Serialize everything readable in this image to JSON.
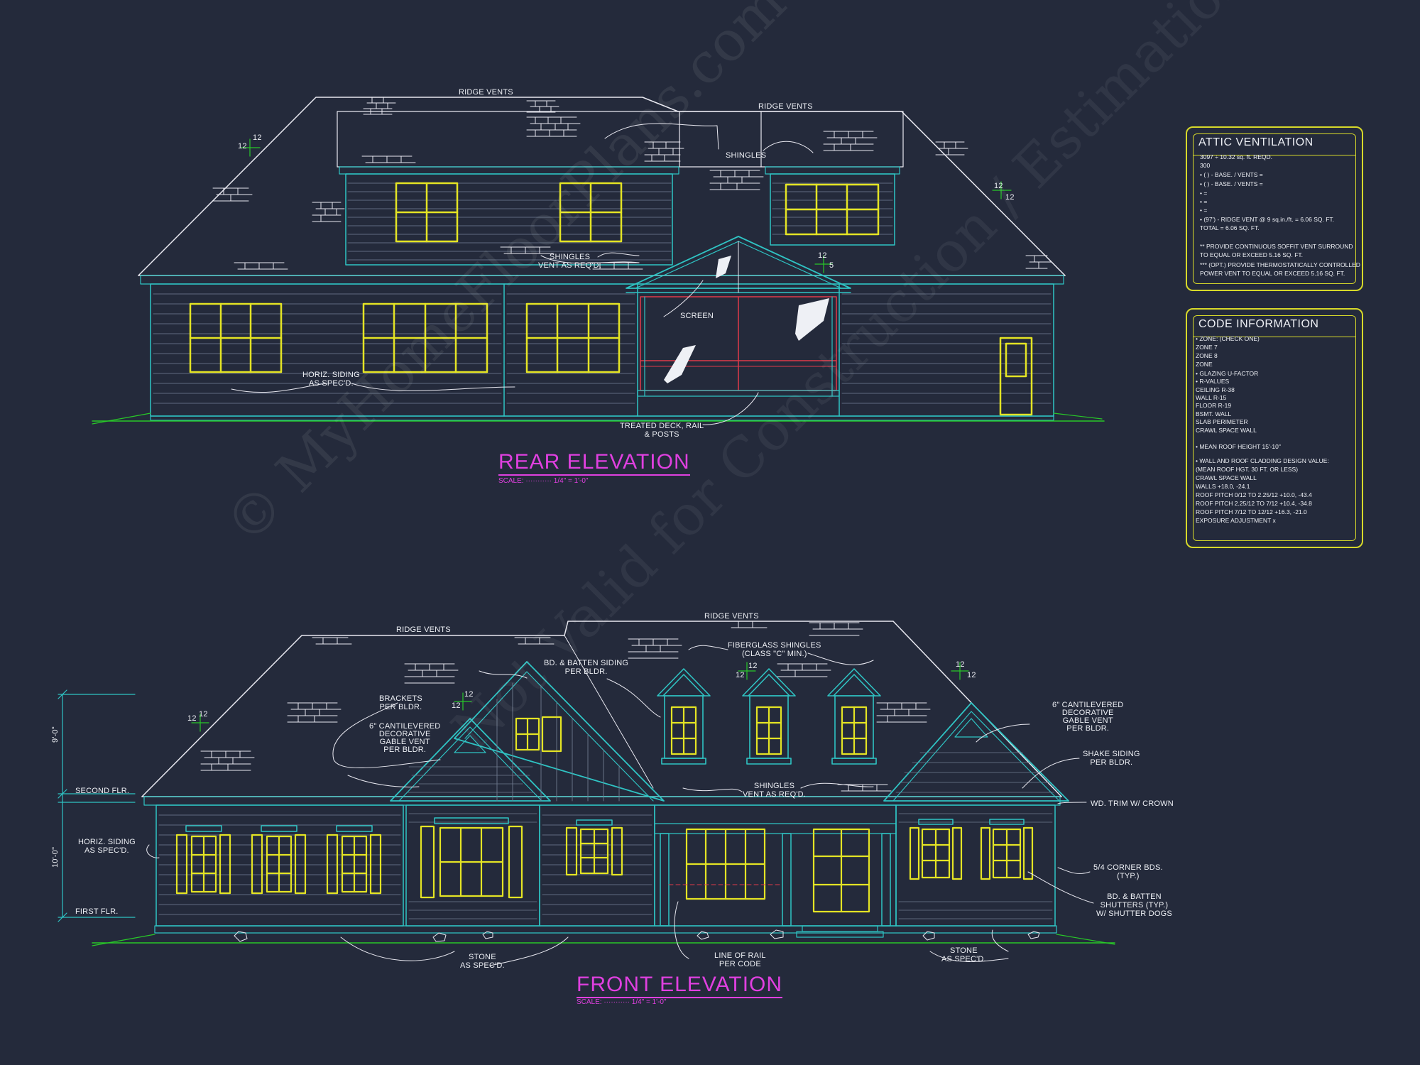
{
  "colors": {
    "background": "#242a3b",
    "linework": "#e8e8f0",
    "walls": "#2fc4c4",
    "windows": "#e4e424",
    "titles": "#e040e0",
    "ground": "#28c828",
    "boxes": "#d7d92a"
  },
  "rear": {
    "title": "REAR ELEVATION",
    "scale": "SCALE: ··········· 1/4\" = 1'-0\"",
    "labels": {
      "ridge_vents_1": "RIDGE VENTS",
      "ridge_vents_2": "RIDGE VENTS",
      "shingles_1": "SHINGLES",
      "shingles_2": "SHINGLES\nVENT AS REQ'D.",
      "screen": "SCREEN",
      "horiz_siding": "HORIZ. SIDING\nAS SPEC'D.",
      "deck": "TREATED DECK, RAIL\n& POSTS"
    },
    "pitch": [
      "12",
      "12",
      "12",
      "12",
      "12",
      "5"
    ]
  },
  "front": {
    "title": "FRONT ELEVATION",
    "scale": "SCALE: ··········· 1/4\" = 1'-0\"",
    "labels": {
      "ridge_vents_1": "RIDGE VENTS",
      "ridge_vents_2": "RIDGE VENTS",
      "fiberglass": "FIBERGLASS SHINGLES\n(CLASS \"C\" MIN.)",
      "bd_batten": "BD. & BATTEN SIDING\nPER BLDR.",
      "brackets": "BRACKETS\nPER BLDR.",
      "gable_vent_left": "6\" CANTILEVERED\nDECORATIVE\nGABLE VENT\nPER BLDR.",
      "gable_vent_right": "6\" CANTILEVERED\nDECORATIVE\nGABLE VENT\nPER BLDR.",
      "shake_siding": "SHAKE SIDING\nPER BLDR.",
      "shingles_vent": "SHINGLES\nVENT AS REQ'D.",
      "trim": "WD. TRIM W/ CROWN",
      "corner_bds": "5/4 CORNER BDS.\n(TYP.)",
      "shutters": "BD. & BATTEN\nSHUTTERS (TYP.)\nW/ SHUTTER DOGS",
      "second_flr": "SECOND FLR.",
      "first_flr": "FIRST FLR.",
      "horiz_siding": "HORIZ. SIDING\nAS SPEC'D.",
      "stone_left": "STONE\nAS SPEC'D.",
      "stone_right": "STONE\nAS SPEC'D.",
      "rail": "LINE OF RAIL\nPER CODE",
      "dim_upper": "9'-0\"",
      "dim_lower": "10'-0\""
    },
    "pitch": [
      "12",
      "12",
      "12",
      "12",
      "12",
      "12",
      "12",
      "12"
    ]
  },
  "attic": {
    "title": "ATTIC VENTILATION",
    "lines": [
      "3097 ÷ 10.32 sq. ft. REQD.",
      "300",
      "• (    ) -         BASE.    /    VENTS   =",
      "• (    ) -         BASE.    /    VENTS   =",
      "•                                            =",
      "•                                            =",
      "•                                            =",
      "• (97') - RIDGE VENT @ 9 sq.in./ft.   = 6.06 SQ. FT.",
      "                                  TOTAL      = 6.06 SQ. FT.",
      "",
      "** PROVIDE CONTINUOUS SOFFIT VENT SURROUND",
      "    TO EQUAL OR EXCEED  5.16 SQ. FT.",
      "*** (OPT.) PROVIDE THERMOSTATICALLY CONTROLLED",
      "     POWER VENT TO EQUAL OR EXCEED  5.16 SQ. FT."
    ]
  },
  "code": {
    "title": "CODE INFORMATION",
    "lines": [
      "• ZONE: (CHECK ONE)",
      "      ZONE 7",
      "      ZONE 8",
      "      ZONE",
      "• GLAZING U-FACTOR",
      "• R-VALUES",
      "      CEILING              R-38",
      "      WALL                  R-15",
      "      FLOOR                R-19",
      "      BSMT. WALL",
      "      SLAB PERIMETER",
      "      CRAWL SPACE WALL",
      "",
      "• MEAN ROOF HEIGHT  15'-10\"",
      "",
      "• WALL AND ROOF CLADDING DESIGN VALUE:",
      "  (MEAN ROOF HGT. 30 FT. OR LESS)",
      "      CRAWL SPACE WALL",
      "      WALLS                              +18.0, -24.1",
      "      ROOF PITCH 0/12 TO 2.25/12   +10.0, -43.4",
      "      ROOF PITCH 2.25/12 TO 7/12   +10.4, -34.8",
      "      ROOF PITCH 7/12 TO 12/12     +16.3, -21.0",
      "      EXPOSURE ADJUSTMENT         x"
    ]
  },
  "watermark": {
    "line1": "© MyHomeFloorPlans.com",
    "line2": "Not Valid for Construction / Estimation"
  }
}
